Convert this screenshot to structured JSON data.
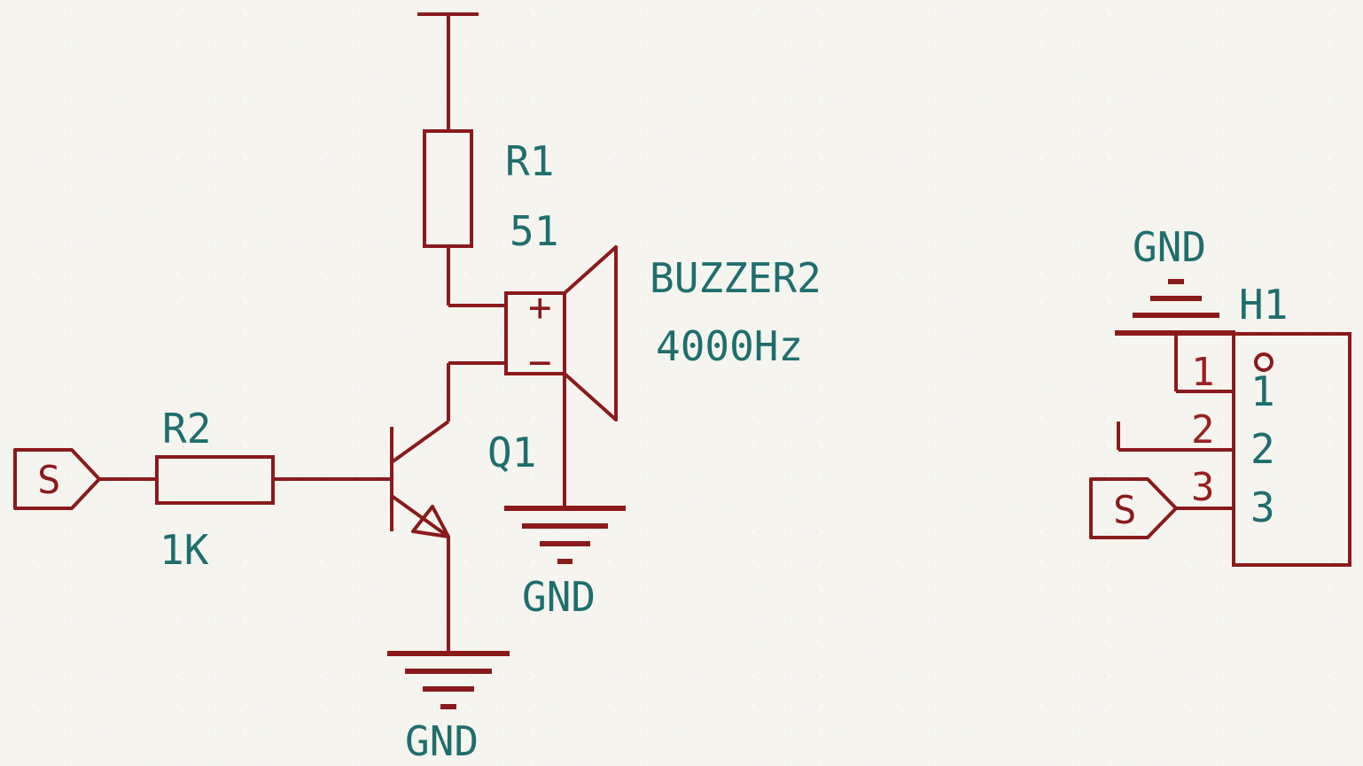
{
  "colors": {
    "background": "#f5f4ef",
    "wire": "#8b1a1a",
    "label": "#1f6e6e",
    "pin_number": "#9a1f1f"
  },
  "r1": {
    "ref": "R1",
    "value": "51"
  },
  "r2": {
    "ref": "R2",
    "value": "1K"
  },
  "buzzer": {
    "ref": "BUZZER2",
    "value": "4000Hz",
    "plus": "+",
    "minus": "−"
  },
  "q1": {
    "ref": "Q1"
  },
  "gnd_label": "GND",
  "signal_label": "S",
  "h1": {
    "ref": "H1",
    "pins": [
      "1",
      "2",
      "3"
    ]
  }
}
